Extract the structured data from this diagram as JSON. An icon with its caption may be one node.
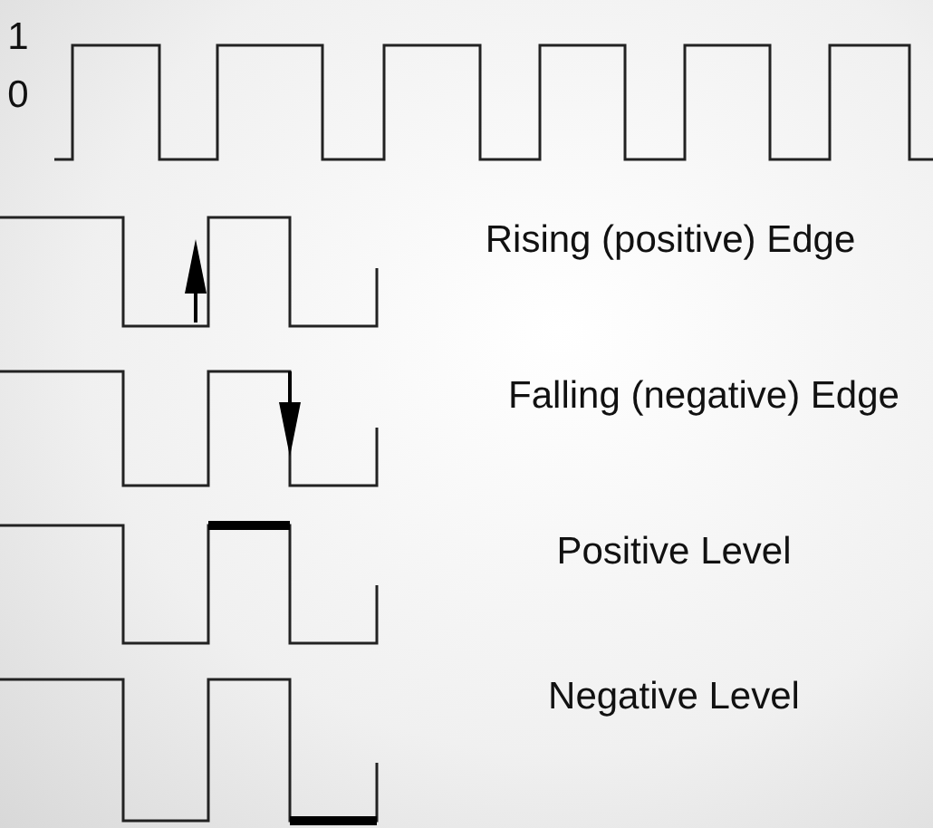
{
  "diagram": {
    "labels": [
      "1",
      "0",
      "Rising (positive) Edge",
      "Falling (negative) Edge",
      "Positive Level",
      "Negative Level"
    ]
  }
}
